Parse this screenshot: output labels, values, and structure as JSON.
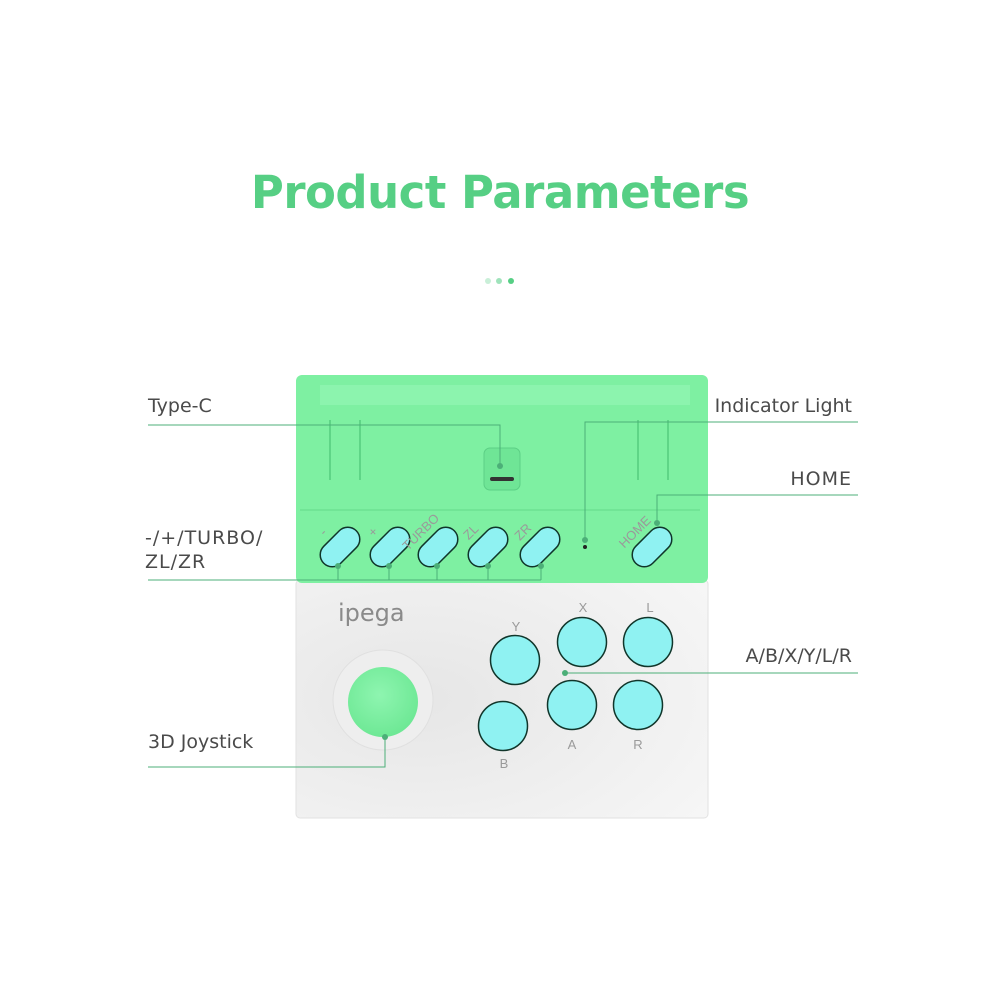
{
  "header": {
    "title": "Product Parameters"
  },
  "colors": {
    "accent": "#56cf84",
    "green_body": "#7ef0a2",
    "button_cyan": "#8ff2f2",
    "line": "#4caf78"
  },
  "device": {
    "brand_logo": "ipega",
    "side_buttons": [
      "-",
      "+",
      "TURBO",
      "ZL",
      "ZR",
      "HOME"
    ],
    "face_buttons": [
      "Y",
      "X",
      "L",
      "B",
      "A",
      "R"
    ]
  },
  "callouts": {
    "type_c": "Type-C",
    "indicator_light": "Indicator Light",
    "home": "HOME",
    "function_line1": "-/+/TURBO/",
    "function_line2": "ZL/ZR",
    "face_buttons": "A/B/X/Y/L/R",
    "joystick": "3D Joystick"
  }
}
